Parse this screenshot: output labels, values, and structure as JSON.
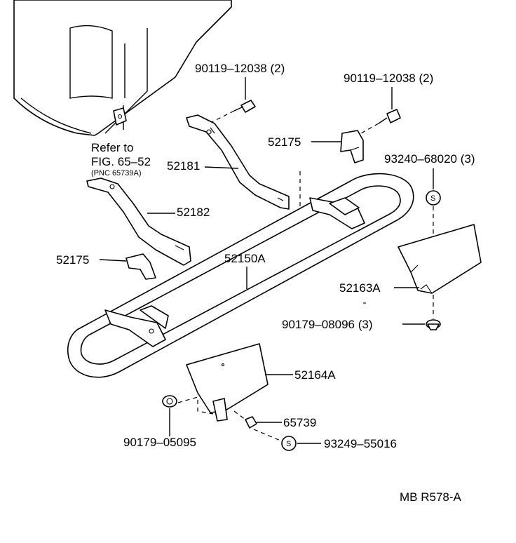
{
  "labels": {
    "bolt_left": "90119–12038 (2)",
    "bolt_right": "90119–12038 (2)",
    "refer_line1": "Refer to",
    "refer_line2": "FIG. 65–52",
    "refer_line3": "(PNC 65739A)",
    "bracket_upper": "52175",
    "bracket_lower": "52175",
    "arm_52181": "52181",
    "arm_52182": "52182",
    "washer_93240": "93240–68020 (3)",
    "step_bar": "52150A",
    "step_pad_right": "52163A",
    "clip_90179_08096": "90179–08096 (3)",
    "step_pad_left": "52164A",
    "clip_65739": "65739",
    "clip_90179_05095": "90179–05095",
    "washer_93249": "93249–55016",
    "figure_code": "MB R578-A",
    "washer_symbol": "S"
  }
}
